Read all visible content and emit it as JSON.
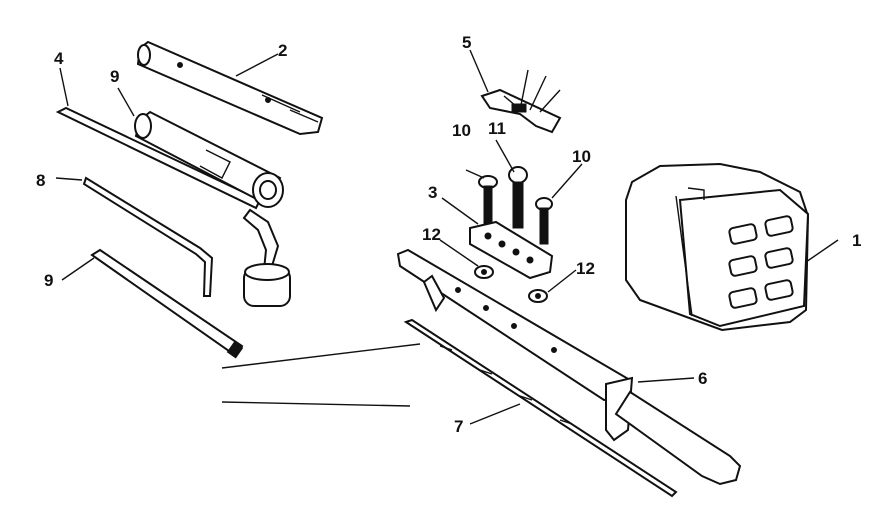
{
  "callouts": [
    {
      "id": "c1",
      "text": "1"
    },
    {
      "id": "c2",
      "text": "2"
    },
    {
      "id": "c3",
      "text": "3"
    },
    {
      "id": "c4",
      "text": "4"
    },
    {
      "id": "c5",
      "text": "5"
    },
    {
      "id": "c6",
      "text": "6"
    },
    {
      "id": "c7",
      "text": "7"
    },
    {
      "id": "c8",
      "text": "8"
    },
    {
      "id": "c9a",
      "text": "9"
    },
    {
      "id": "c9b",
      "text": "9"
    },
    {
      "id": "c10a",
      "text": "10"
    },
    {
      "id": "c10b",
      "text": "10"
    },
    {
      "id": "c11",
      "text": "11"
    },
    {
      "id": "c12a",
      "text": "12"
    },
    {
      "id": "c12b",
      "text": "12"
    }
  ],
  "labels": {
    "c1": "1",
    "c2": "2",
    "c3": "3",
    "c4": "4",
    "c5": "5",
    "c6": "6",
    "c7": "7",
    "c8": "8",
    "c9a": "9",
    "c9b": "9",
    "c10a": "10",
    "c10b": "10",
    "c11": "11",
    "c12a": "12",
    "c12b": "12"
  }
}
